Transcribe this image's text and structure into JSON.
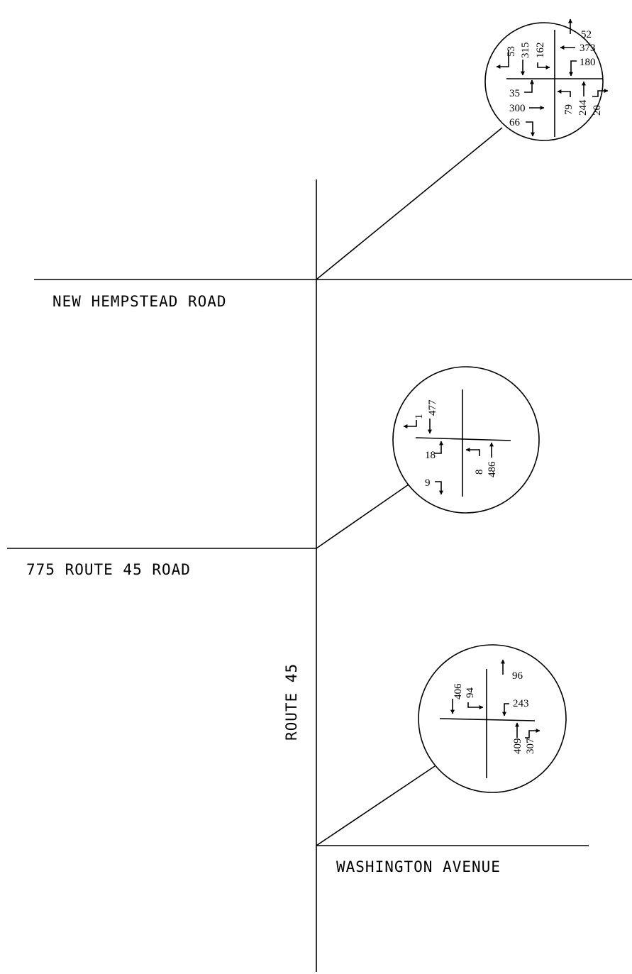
{
  "roads": {
    "new_hempstead": "NEW HEMPSTEAD ROAD",
    "route45_road": "775 ROUTE 45 ROAD",
    "route45": "ROUTE 45",
    "washington": "WASHINGTON AVENUE"
  },
  "intersections": {
    "new_hempstead": {
      "sb_right": "53",
      "sb_through": "315",
      "sb_left": "162",
      "wb_right": "52",
      "wb_through": "373",
      "wb_left": "180",
      "eb_left": "35",
      "eb_through": "300",
      "eb_right": "66",
      "nb_left": "79",
      "nb_through": "244",
      "nb_right": "20"
    },
    "route45_road": {
      "sb_right": "1",
      "sb_through": "477",
      "eb_left": "18",
      "eb_right": "9",
      "nb_left": "8",
      "nb_through": "486"
    },
    "washington": {
      "sb_through": "406",
      "sb_left": "94",
      "wb_right": "96",
      "wb_left": "243",
      "nb_through": "409",
      "nb_right": "307"
    }
  }
}
